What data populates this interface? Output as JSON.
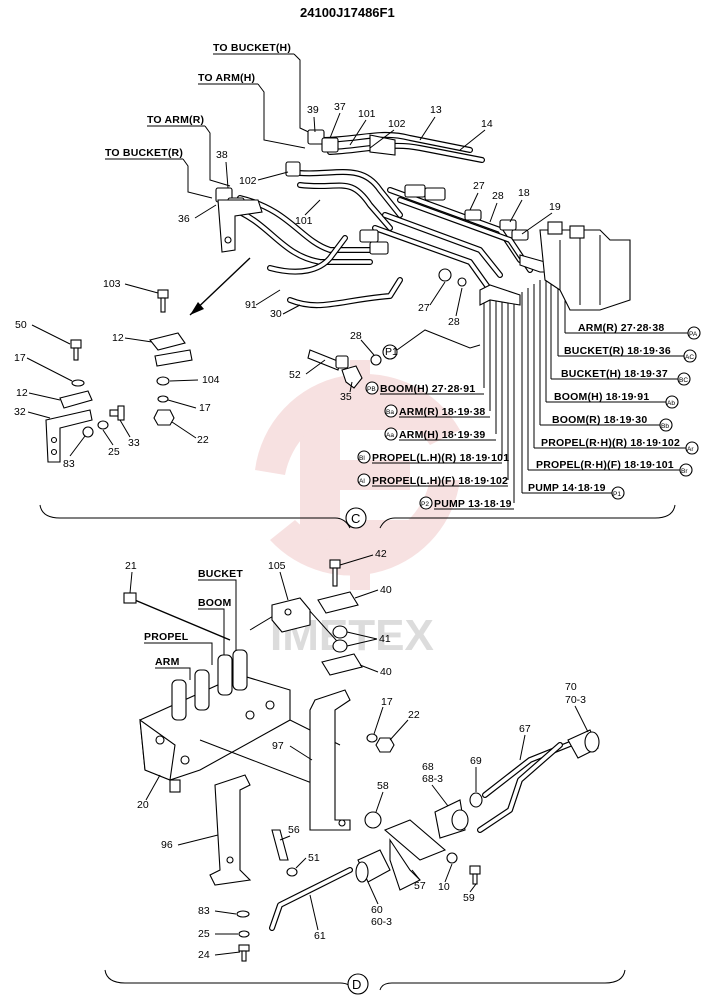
{
  "title": "24100J17486F1",
  "watermark_text": "IMETEX",
  "section_c_label": "C",
  "section_d_label": "D",
  "destinations": {
    "to_bucket_h": "TO BUCKET(H)",
    "to_arm_h": "TO ARM(H)",
    "to_arm_r": "TO ARM(R)",
    "to_bucket_r": "TO BUCKET(R)"
  },
  "port_legend": [
    {
      "text": "ARM(R) 27·28·38",
      "port": "PA"
    },
    {
      "text": "BUCKET(R) 18·19·36",
      "port": "AC"
    },
    {
      "text": "BUCKET(H) 18·19·37",
      "port": "BC"
    },
    {
      "text": "BOOM(H) 18·19·91",
      "port": "Ab"
    },
    {
      "text": "BOOM(R) 18·19·30",
      "port": "Bb"
    },
    {
      "text": "PROPEL(R·H)(R) 18·19·102",
      "port": "Ar"
    },
    {
      "text": "PROPEL(R·H)(F) 18·19·101",
      "port": "Br"
    },
    {
      "text": "PUMP 14·18·19",
      "port": "P1"
    }
  ],
  "left_legend": [
    {
      "port": "PB",
      "text": "BOOM(H) 27·28·91"
    },
    {
      "port": "Ba",
      "text": "ARM(R) 18·19·38"
    },
    {
      "port": "Aa",
      "text": "ARM(H) 18·19·39"
    },
    {
      "port": "Bl",
      "text": "PROPEL(L.H)(R) 18·19·101"
    },
    {
      "port": "Al",
      "text": "PROPEL(L.H)(F) 18·19·102"
    },
    {
      "port": "P2",
      "text": "PUMP 13·18·19"
    }
  ],
  "p1_marker": "P1",
  "valve_labels": {
    "bucket": "BUCKET",
    "boom": "BOOM",
    "propel": "PROPEL",
    "arm": "ARM"
  },
  "part_numbers_c": [
    "39",
    "37",
    "101",
    "102",
    "13",
    "14",
    "38",
    "102",
    "36",
    "101",
    "27",
    "28",
    "18",
    "19",
    "103",
    "91",
    "27",
    "28",
    "50",
    "12",
    "30",
    "28",
    "17",
    "52",
    "104",
    "35",
    "12",
    "17",
    "32",
    "33",
    "22",
    "83",
    "25"
  ],
  "part_numbers_d": [
    "42",
    "21",
    "105",
    "40",
    "41",
    "40",
    "17",
    "22",
    "97",
    "20",
    "58",
    "67",
    "70",
    "70-3",
    "69",
    "68",
    "68-3",
    "96",
    "56",
    "51",
    "57",
    "10",
    "59",
    "60",
    "60-3",
    "61",
    "83",
    "25",
    "24"
  ]
}
